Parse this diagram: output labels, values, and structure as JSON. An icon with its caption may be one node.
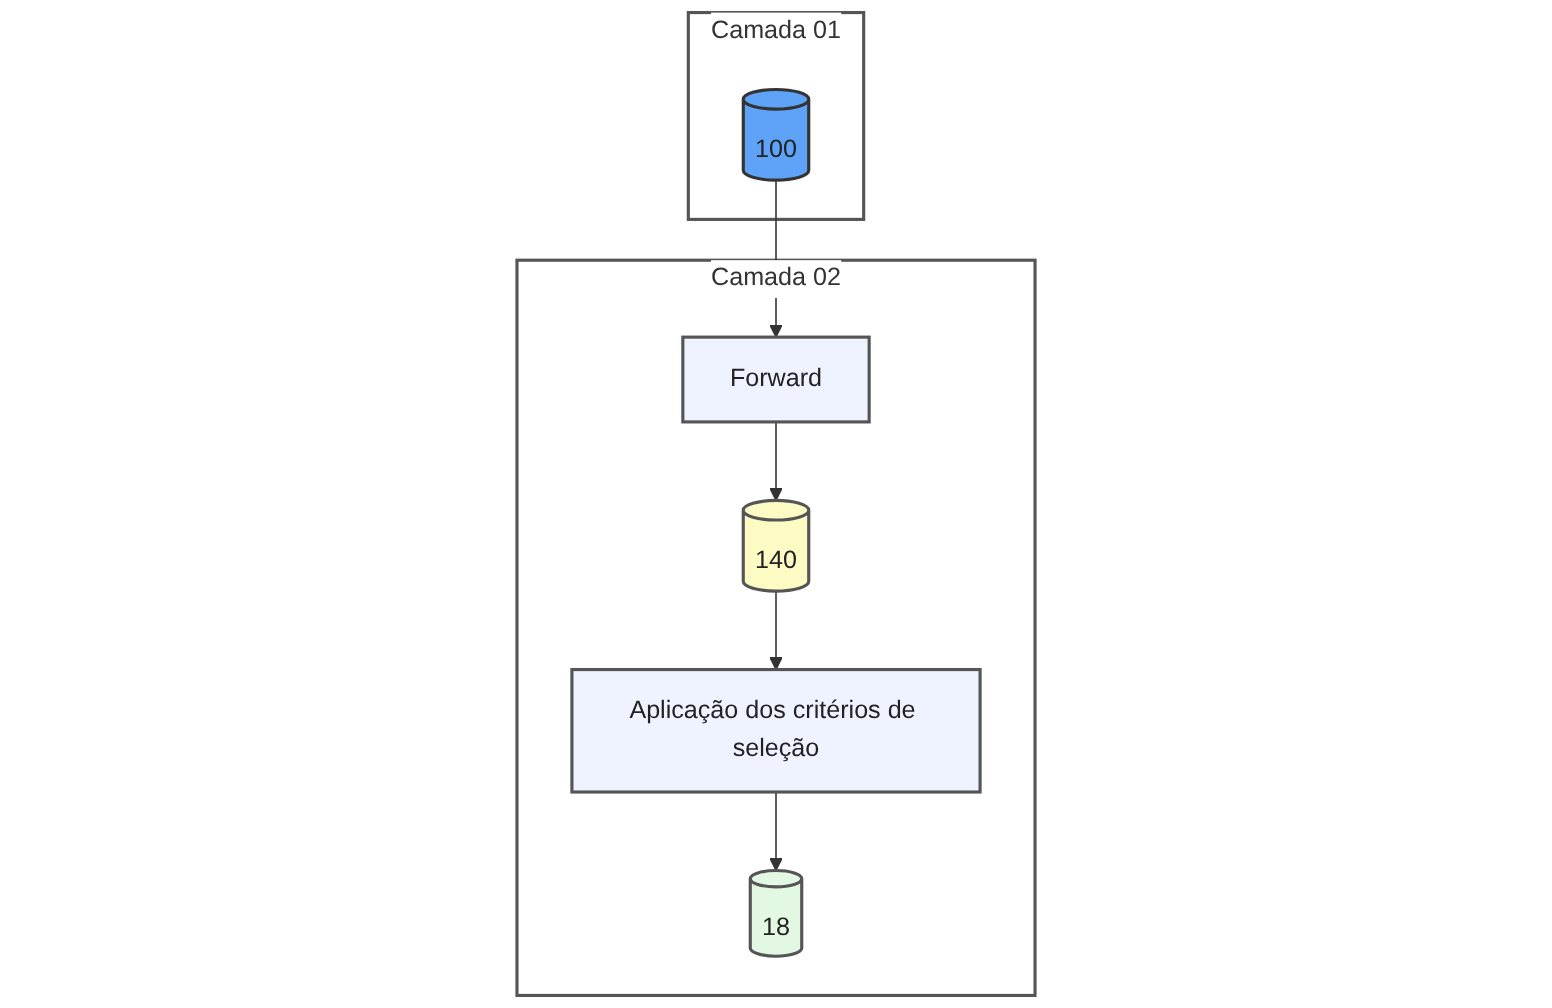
{
  "diagram": {
    "nodes": [
      {
        "text": [
          "Camada 01"
        ]
      },
      {
        "text": [
          "100"
        ],
        "in": 0
      },
      {
        "text": [
          "Camada 02"
        ]
      },
      {
        "text": [
          "Forward"
        ],
        "in": 2
      },
      {
        "text": [
          "140"
        ],
        "in": 2
      },
      {
        "text": [
          "Aplicação dos critérios de seleção"
        ],
        "in": 2
      },
      {
        "text": [
          "18"
        ],
        "in": 2
      }
    ],
    "edges": [
      {
        "from": 1,
        "to": 3,
        "arrow": "to"
      },
      {
        "from": 3,
        "to": 4,
        "arrow": "to"
      },
      {
        "from": 4,
        "to": 5,
        "arrow": "to"
      },
      {
        "from": 5,
        "to": 6,
        "arrow": "to"
      }
    ]
  }
}
